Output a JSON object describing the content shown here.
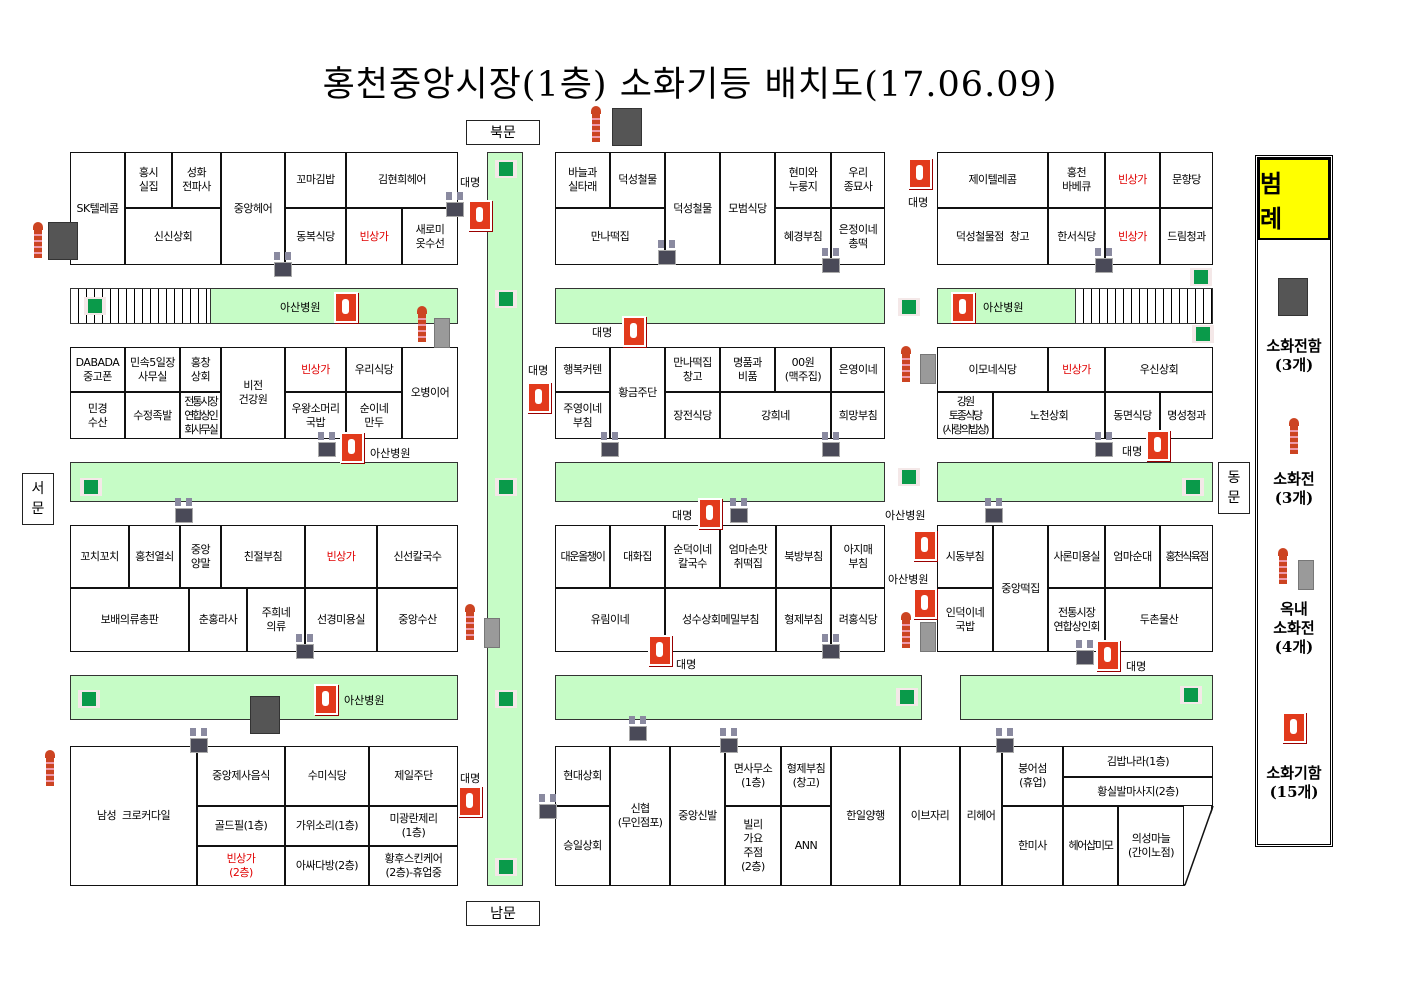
{
  "title": "홍천중앙시장(1층) 소화기등 배치도(17.06.09)",
  "gates": {
    "north": "북문",
    "south": "남문",
    "west": "서\n문",
    "east": "동\n문"
  },
  "blocks": {
    "a": [
      "SK텔레콤",
      "홍시\n실집",
      "성화\n전파사",
      "중앙헤어",
      "꼬마김밥",
      "김현희헤어",
      "신신상회",
      "동복식당",
      "빈상가",
      "새로미\n옷수선"
    ],
    "b": [
      "DABADA\n중고폰",
      "민속5일장\n사무실",
      "홍창\n상회",
      "비전\n건강원",
      "빈상가",
      "우리식당",
      "오병이어",
      "민경\n수산",
      "수정족발",
      "전통시장\n연합상인\n회사무실",
      "우왕소머리\n국밥",
      "순이네\n만두"
    ],
    "c": [
      "꼬치꼬치",
      "홍천열쇠",
      "중앙\n양말",
      "친절부침",
      "빈상가",
      "신선칼국수",
      "보배의류총판",
      "춘홍라사",
      "주희네\n의류",
      "선경미용실",
      "중앙수산"
    ],
    "d": [
      "남성  크로커다일",
      "중앙제사음식",
      "수미식당",
      "제일주단",
      "골드필(1층)",
      "가위소리(1층)",
      "미광란제리\n(1층)",
      "빈상가\n(2층)",
      "아싸다방(2층)",
      "황후스킨케어\n(2층)-휴업중"
    ],
    "e": [
      "바늘과\n실타래",
      "덕성철물",
      "덕성철물",
      "모범식당",
      "현미와\n누룽지",
      "우리\n종묘사",
      "만나떡집",
      "혜경부침",
      "은정이네\n총떡"
    ],
    "f": [
      "제이텔레콤",
      "홍천\n바베큐",
      "빈상가",
      "문향당",
      "덕성철물점  창고",
      "한서식당",
      "빈상가",
      "드림청과"
    ],
    "g": [
      "행복커텐",
      "황금주단",
      "만나떡집\n창고",
      "명품과\n비품",
      "00원\n(맥주집)",
      "은영이네",
      "주영이네\n부침",
      "장전식당",
      "강희네",
      "희망부침"
    ],
    "h": [
      "이모네식당",
      "빈상가",
      "우신상회",
      "강원\n토종식당\n(사랑의밥상)",
      "노천상회",
      "동면식당",
      "명성청과"
    ],
    "i": [
      "대운올챙이",
      "대화집",
      "순덕이네\n칼국수",
      "엄마손맛\n취떡집",
      "북방부침",
      "아지매\n부침",
      "유림이네",
      "성수상회메밀부침",
      "형제부침",
      "려홍식당"
    ],
    "j": [
      "시동부침",
      "중앙떡집",
      "사론미용실",
      "엄마순대",
      "홍천식육점",
      "인덕이네\n국밥",
      "전통시장\n연합상인회",
      "두촌물산"
    ],
    "k": [
      "현대상회",
      "승일상회",
      "신협\n(무인점포)",
      "중앙신발",
      "면사무소\n(1층)",
      "빌리\n가요\n주점\n(2층)",
      "형제부침\n(창고)",
      "ANN",
      "한일양행",
      "이브자리",
      "리헤어",
      "붕어섬\n(휴업)",
      "한미사",
      "김밥나라(1층)",
      "황실발마사지(2층)",
      "헤어샵미모",
      "의성마늘\n(간이노점)"
    ]
  },
  "annotations": [
    "대명",
    "대명",
    "대명",
    "대명",
    "대명",
    "대명",
    "대명",
    "대명",
    "대명",
    "아산병원",
    "아산병원",
    "아산병원",
    "아산병원",
    "아산병원",
    "아산병원"
  ],
  "legend": {
    "title": "범 례",
    "items": [
      {
        "label": "소화전함\n(3개)",
        "icon": "fire-hose-cabinet"
      },
      {
        "label": "소화전\n(3개)",
        "icon": "fire-hydrant"
      },
      {
        "label": "옥내\n소화전\n(4개)",
        "icon": "indoor-hydrant"
      },
      {
        "label": "소화기함\n(15개)",
        "icon": "extinguisher-box"
      }
    ]
  }
}
